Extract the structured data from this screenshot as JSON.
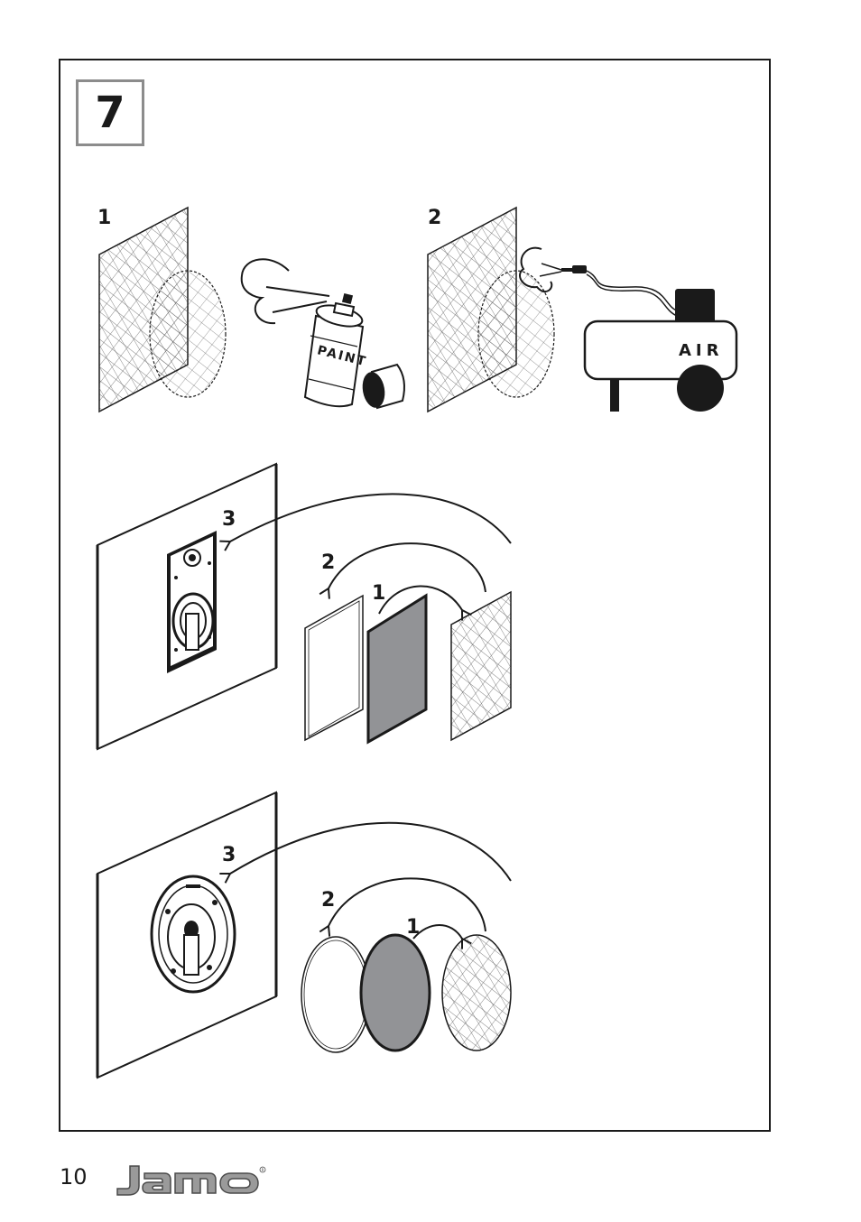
{
  "step": {
    "number": "7"
  },
  "illustration": {
    "top_row": {
      "label_1": "1",
      "label_2": "2",
      "can_text": "PAINT",
      "compressor_text": "AIR"
    },
    "middle_row": {
      "label_1": "1",
      "label_2": "2",
      "label_3": "3"
    },
    "bottom_row": {
      "label_1": "1",
      "label_2": "2",
      "label_3": "3"
    }
  },
  "footer": {
    "page_number": "10",
    "brand": "Jamo"
  },
  "colors": {
    "line": "#1a1a1a",
    "step_box_border": "#8c8c8c",
    "fill_gray": "#929396"
  }
}
